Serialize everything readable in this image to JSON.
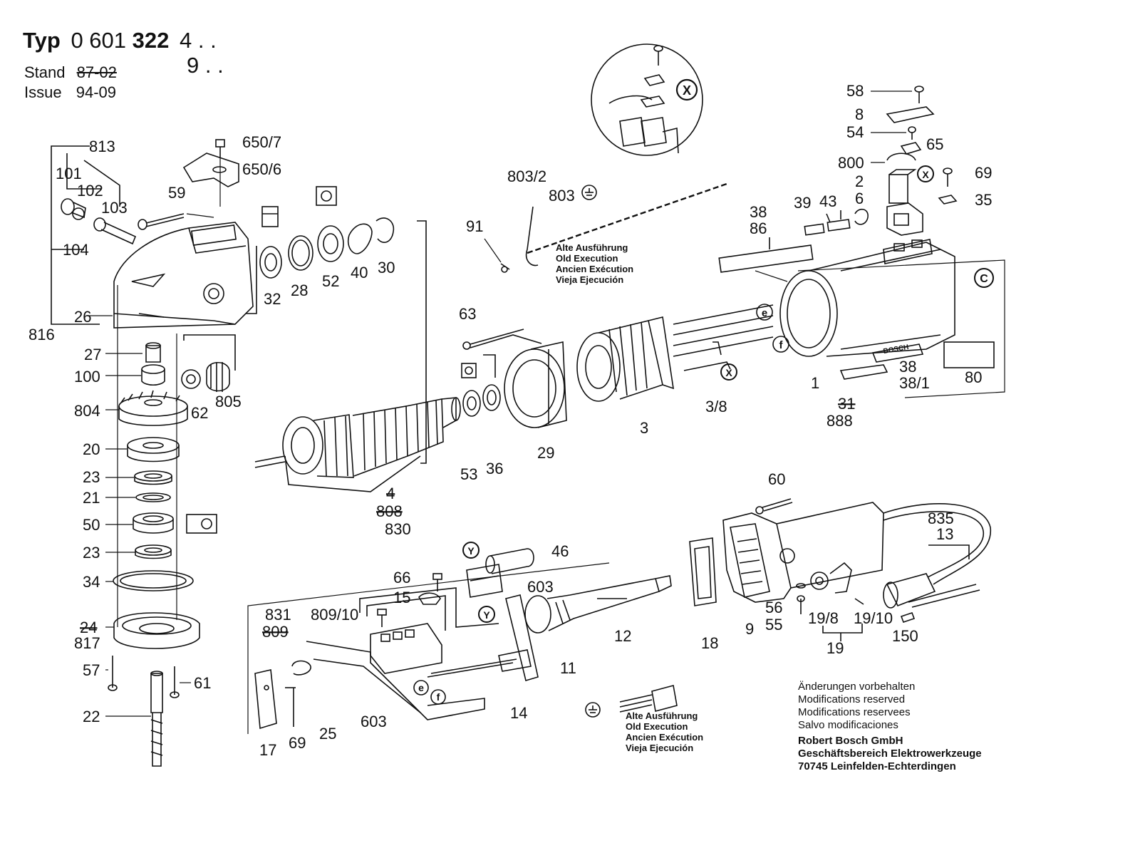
{
  "header": {
    "typ_label": "Typ",
    "typ_prefix": "0 601",
    "typ_number": "322",
    "typ_suffix_1": "4 . .",
    "typ_suffix_2": "9 . .",
    "stand_label": "Stand",
    "stand_value": "87-02",
    "issue_label": "Issue",
    "issue_value": "94-09"
  },
  "old_execution_note": [
    "Alte Ausführung",
    "Old Execution",
    "Ancien Exécution",
    "Vieja Ejecución"
  ],
  "footer_notes": {
    "modifications": [
      "Änderungen vorbehalten",
      "Modifications reserved",
      "Modifications reservees",
      "Salvo modificaciones"
    ],
    "company": [
      "Robert Bosch GmbH",
      "Geschäftsbereich Elektrowerkzeuge",
      "70745 Leinfelden-Echterdingen"
    ]
  },
  "marks": {
    "x": "X",
    "y": "Y",
    "c": "C",
    "e": "e",
    "f": "f",
    "brand": "BOSCH"
  },
  "part_labels": {
    "p813": "813",
    "p101": "101",
    "p102": "102",
    "p103": "103",
    "p104": "104",
    "p816": "816",
    "p26": "26",
    "p59": "59",
    "p650_7": "650/7",
    "p650_6": "650/6",
    "p32": "32",
    "p28": "28",
    "p52": "52",
    "p40": "40",
    "p30": "30",
    "p27": "27",
    "p100": "100",
    "p804": "804",
    "p62": "62",
    "p805": "805",
    "p20": "20",
    "p23a": "23",
    "p21": "21",
    "p50": "50",
    "p23b": "23",
    "p34": "34",
    "p24": "24",
    "p817": "817",
    "p57": "57",
    "p61": "61",
    "p22": "22",
    "p803_2": "803/2",
    "p803": "803",
    "p91": "91",
    "p63": "63",
    "p53": "53",
    "p36": "36",
    "p29": "29",
    "p4": "4",
    "p808": "808",
    "p830": "830",
    "p3": "3",
    "p3_8": "3/8",
    "p1": "1",
    "p31": "31",
    "p888": "888",
    "p38a": "38",
    "p86": "86",
    "p39": "39",
    "p43": "43",
    "p38b": "38",
    "p38_1": "38/1",
    "p80": "80",
    "p58": "58",
    "p8": "8",
    "p54": "54",
    "p65": "65",
    "p800": "800",
    "p69a": "69",
    "p2": "2",
    "p6": "6",
    "p35": "35",
    "p60": "60",
    "p835": "835",
    "p13": "13",
    "p46": "46",
    "p66": "66",
    "p15": "15",
    "p603a": "603",
    "p831": "831",
    "p809_10": "809/10",
    "p809": "809",
    "p17": "17",
    "p69b": "69",
    "p25": "25",
    "p603b": "603",
    "p14": "14",
    "p11": "11",
    "p12": "12",
    "p18": "18",
    "p9": "9",
    "p56": "56",
    "p55": "55",
    "p19_8": "19/8",
    "p19_10": "19/10",
    "p19": "19",
    "p150": "150"
  }
}
